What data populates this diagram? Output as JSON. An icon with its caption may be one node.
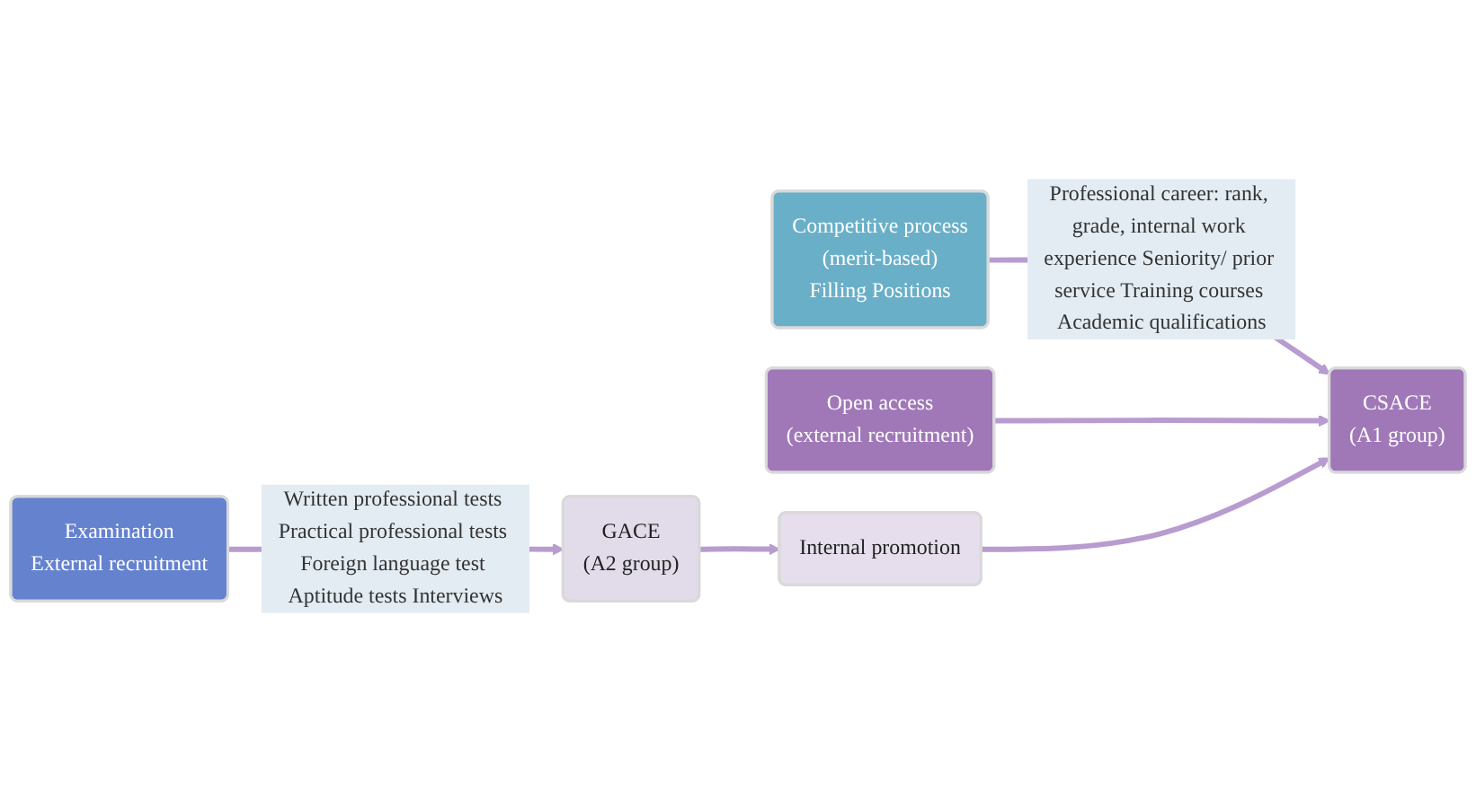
{
  "diagram": {
    "nodes": [
      {
        "text": [
          "Competitive process",
          "(merit-based)",
          "Filling Positions"
        ]
      },
      {
        "text": [
          "Examination",
          "External recruitment"
        ]
      },
      {
        "text": [
          "CSACE",
          "(A1 group)"
        ]
      },
      {
        "text": [
          "Open access",
          "(external recruitment)"
        ]
      },
      {
        "text": [
          "Internal promotion"
        ]
      },
      {
        "text": [
          "GACE",
          "(A2 group)"
        ]
      }
    ],
    "edges": [
      {
        "from": 0,
        "to": 2,
        "arrow": "to",
        "label": "Professional career: rank, grade, internal work experience Seniority/ prior service Training courses Academic qualifications"
      },
      {
        "from": 1,
        "to": 5,
        "arrow": "to",
        "label": "Written professional tests Practical professional tests Foreign language test Aptitude tests Interviews"
      },
      {
        "from": 3,
        "to": 2,
        "arrow": "to"
      },
      {
        "from": 5,
        "to": 4,
        "arrow": "to"
      },
      {
        "from": 4,
        "to": 2,
        "arrow": "to"
      }
    ]
  }
}
